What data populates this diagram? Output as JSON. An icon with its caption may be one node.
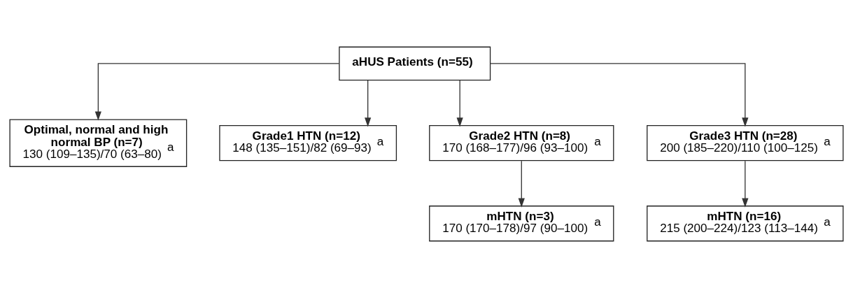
{
  "diagram": {
    "nodes": [
      {
        "text": [
          "aHUS Patients (n=55)"
        ]
      },
      {
        "text": [
          "Optimal, normal and high normal BP (n=7)",
          "130 (109–135)/70 (63–80)$^{a}$"
        ]
      },
      {
        "text": [
          "Grade1 HTN (n=12)",
          "148 (135–151)/82 (69–93)$^{a}$"
        ]
      },
      {
        "text": [
          "Grade2 HTN (n=8)",
          "170 (168–177)/96 (93–100)$^{a}$"
        ]
      },
      {
        "text": [
          "Grade3 HTN (n=28)",
          "200 (185–220)/110 (100–125)$^{a}$"
        ]
      },
      {
        "text": [
          "mHTN (n=3)",
          "170 (170–178)/97 (90–100)$^{a}$"
        ]
      },
      {
        "text": [
          "mHTN (n=16)",
          "215 (200–224)/123 (113–144)$^{a}$"
        ]
      }
    ],
    "edges": [
      {
        "from": 0,
        "to": 1,
        "arrow": "to"
      },
      {
        "from": 0,
        "to": 2,
        "arrow": "to"
      },
      {
        "from": 0,
        "to": 3,
        "arrow": "to"
      },
      {
        "from": 0,
        "to": 4,
        "arrow": "to"
      },
      {
        "from": 3,
        "to": 5,
        "arrow": "to"
      },
      {
        "from": 4,
        "to": 6,
        "arrow": "to"
      }
    ]
  }
}
